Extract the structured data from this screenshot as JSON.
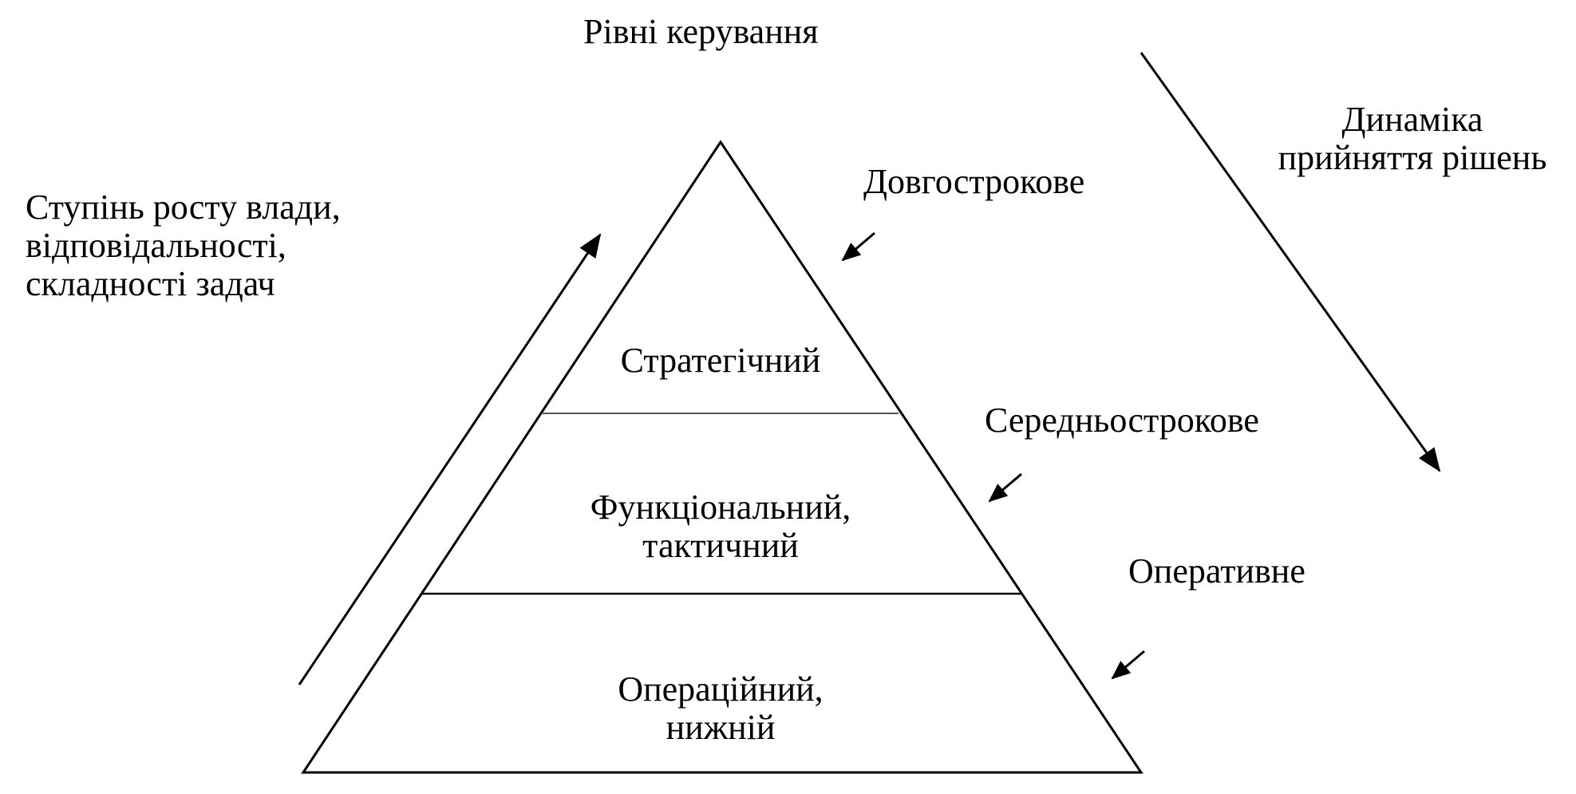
{
  "title": "Рівні керування",
  "left_caption": [
    "Ступінь росту  влади,",
    "відповідальності,",
    "складності задач"
  ],
  "right_caption": [
    "Динаміка",
    "прийняття рішень"
  ],
  "levels": [
    {
      "lines": [
        "Стратегічний"
      ]
    },
    {
      "lines": [
        "Функціональний,",
        "тактичний"
      ]
    },
    {
      "lines": [
        "Операційний,",
        "нижній"
      ]
    }
  ],
  "horizons": [
    "Довгострокове",
    "Середньострокове",
    "Оперативне"
  ],
  "colors": {
    "stroke": "#000000",
    "divider": "#555555",
    "background": "#ffffff"
  }
}
